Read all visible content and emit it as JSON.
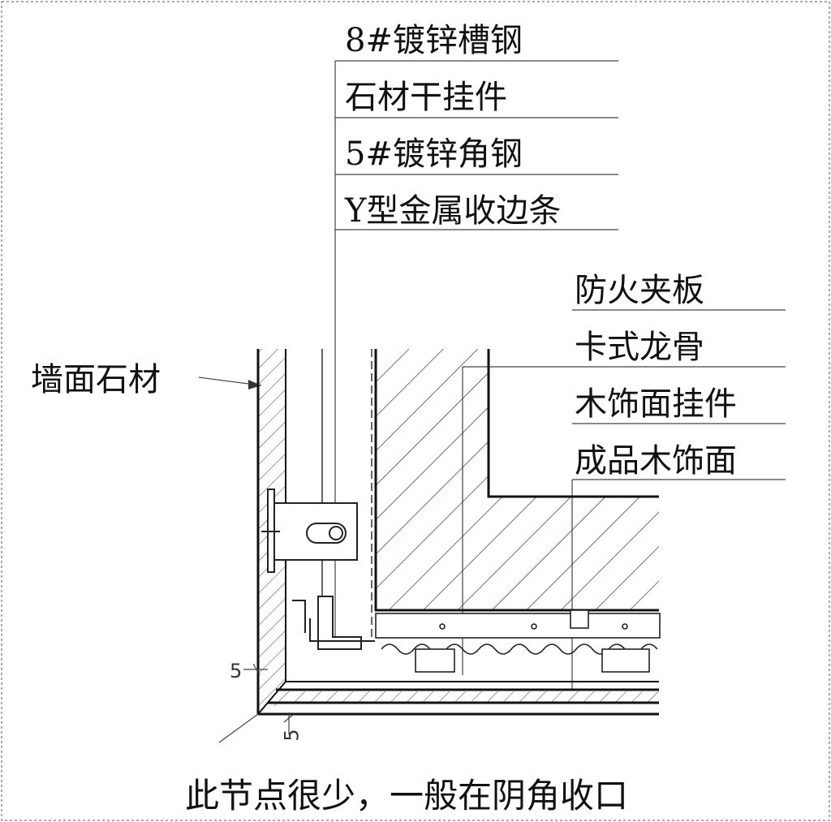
{
  "callouts_top": [
    "8#镀锌槽钢",
    "石材干挂件",
    "5#镀锌角钢",
    "Y型金属收边条"
  ],
  "callouts_right": [
    "防火夹板",
    "卡式龙骨",
    "木饰面挂件",
    "成品木饰面"
  ],
  "wall_stone_label": "墙面石材",
  "dimension_5_left": "5",
  "dimension_5_bottom": "5",
  "caption": "此节点很少，一般在阴角收口"
}
